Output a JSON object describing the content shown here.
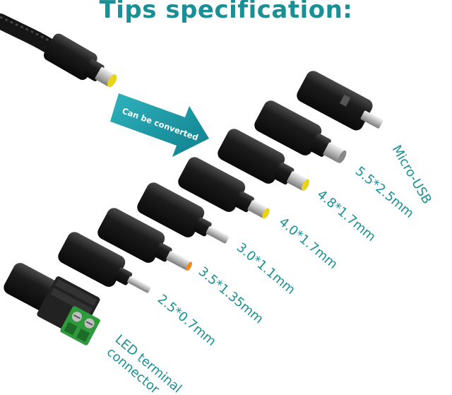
{
  "title": "Tips specification:",
  "arrow_text": "Can be converted",
  "tips": [
    {
      "label": "Micro-USB"
    },
    {
      "label": "5.5*2.5mm"
    },
    {
      "label": "4.8*1.7mm"
    },
    {
      "label": "4.0*1.7mm"
    },
    {
      "label": "3.0*1.1mm"
    },
    {
      "label": "3.5*1.35mm"
    },
    {
      "label": "2.5*0.7mm"
    }
  ],
  "terminal": {
    "line1": "LED terminal",
    "line2": "connector"
  },
  "colors": {
    "accent": "#1a8f95",
    "arrow": "#1592a0",
    "tip_yellow": "#e8d21a",
    "tip_orange": "#f28c1e",
    "terminal_green": "#2e9a3b"
  }
}
